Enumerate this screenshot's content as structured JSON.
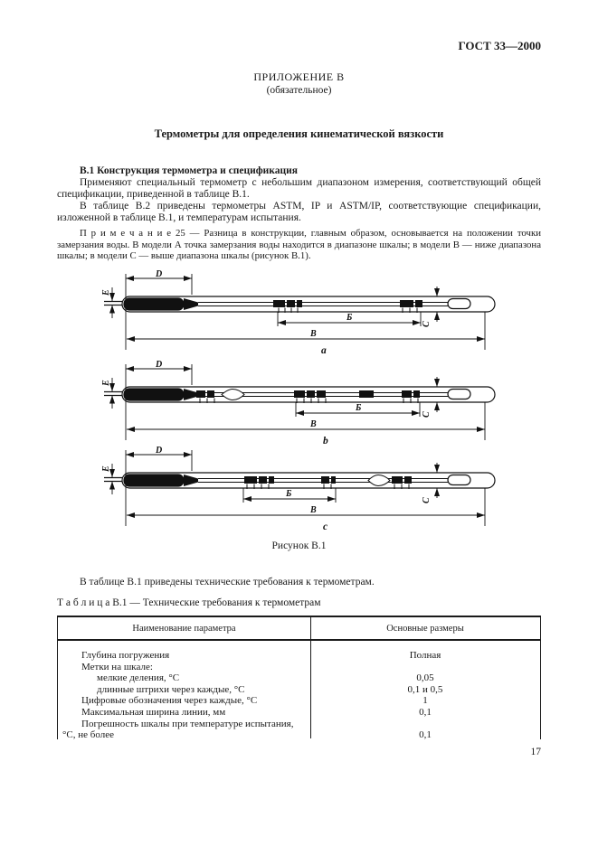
{
  "page": {
    "doc_number": "ГОСТ 33—2000",
    "appendix_title": "ПРИЛОЖЕНИЕ В",
    "appendix_subtitle": "(обязательное)",
    "title": "Термометры для определения кинематической вязкости",
    "page_number": "17"
  },
  "section": {
    "heading": "В.1 Конструкция термометра и спецификация",
    "para1": "Применяют специальный термометр с небольшим диапазоном измерения, соответствующий общей спецификации, приведенной в таблице В.1.",
    "para2": "В таблице В.2 приведены термометры ASTM, IP и ASTM/IP, соответствующие спецификации, изложенной в таблице В.1, и температурам испытания.",
    "note": "П р и м е ч а н и е   25 — Разница в конструкции, главным образом, основывается на положении точки замерзания воды. В модели А точка замерзания воды находится в диапазоне шкалы; в модели В — ниже диапазона шкалы; в модели С — выше диапазона шкалы (рисунок В.1)."
  },
  "figure": {
    "caption": "Рисунок В.1",
    "dim_labels": {
      "d": "D",
      "e": "E",
      "scale": "Б",
      "total": "В",
      "cap": "С"
    },
    "sub_labels": {
      "a": "а",
      "b": "b",
      "c": "с"
    }
  },
  "after_figure": {
    "para": "В таблице В.1 приведены технические требования к термометрам."
  },
  "table": {
    "caption": "Т а б л и ц а   В.1 — Технические требования к термометрам",
    "headers": [
      "Наименование параметра",
      "Основные размеры"
    ],
    "rows": [
      {
        "param": "Глубина погружения",
        "value": "Полная"
      },
      {
        "param": "Метки на шкале:",
        "value": ""
      },
      {
        "param": "мелкие деления, °С",
        "value": "0,05"
      },
      {
        "param": "длинные штрихи через каждые, °С",
        "value": "0,1 и 0,5"
      },
      {
        "param": "Цифровые обозначения через каждые, °С",
        "value": "1"
      },
      {
        "param": "Максимальная ширина линии, мм",
        "value": "0,1"
      },
      {
        "param": "Погрешность шкалы при температуре испытания, °С, не более",
        "value": "0,1"
      }
    ]
  }
}
